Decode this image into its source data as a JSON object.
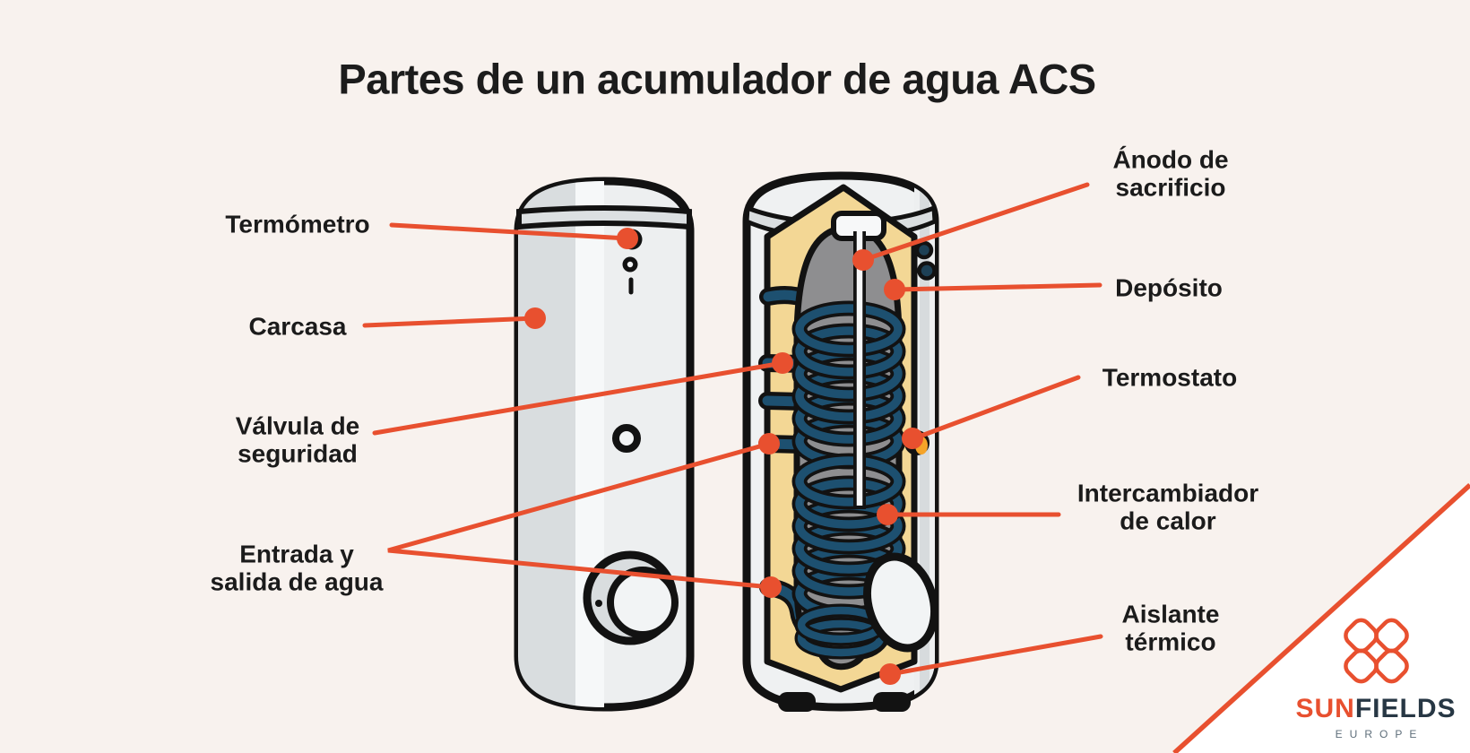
{
  "title": "Partes de un acumulador de agua ACS",
  "callouts": {
    "left": [
      {
        "label": "Termómetro"
      },
      {
        "label": "Carcasa"
      },
      {
        "label": "Válvula de\nseguridad"
      },
      {
        "label": "Entrada y\nsalida de agua"
      }
    ],
    "right": [
      {
        "label": "Ánodo de\nsacrificio"
      },
      {
        "label": "Depósito"
      },
      {
        "label": "Termostato"
      },
      {
        "label": "Intercambiador\nde calor"
      },
      {
        "label": "Aislante\ntérmico"
      }
    ]
  },
  "logo": {
    "sun": "SUN",
    "fields": "FIELDS",
    "europe": "EUROPE"
  },
  "icons": [
    "sunfields-flower-icon"
  ],
  "colors": {
    "background": "#F8F2EE",
    "accent": "#E8502F",
    "outline": "#121212",
    "tank_body": "#EDEFF0",
    "insulation": "#F3D795",
    "tank_interior": "#8E8E90",
    "coil": "#1D5070",
    "thermostat": "#F5A429",
    "brand_dark": "#273744",
    "europe_gray": "#5E6E7A"
  }
}
